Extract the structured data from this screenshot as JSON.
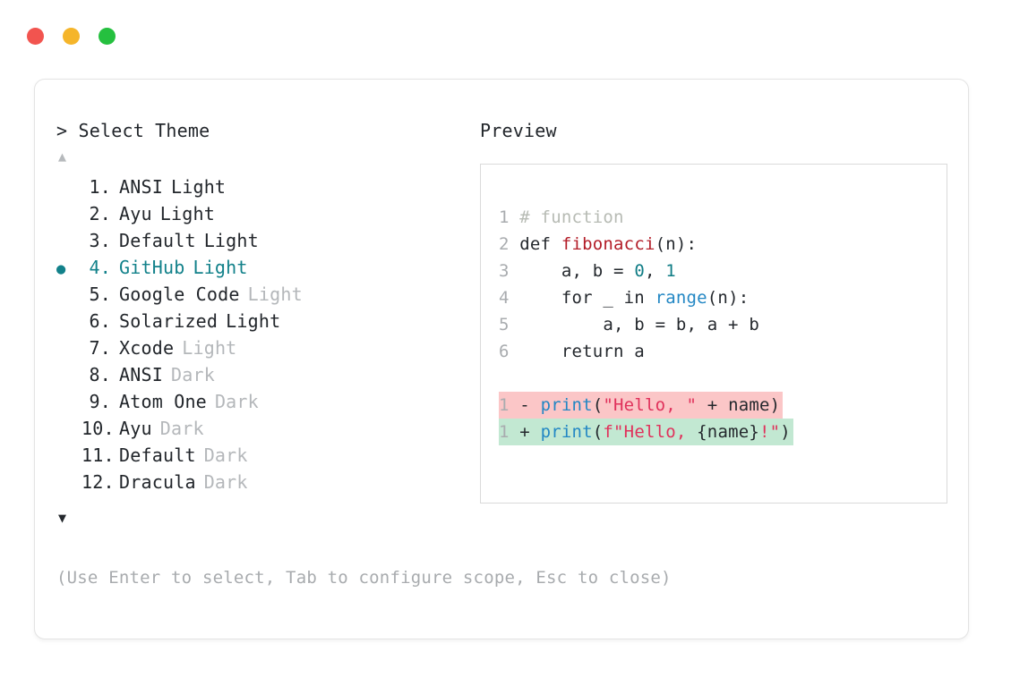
{
  "window": {
    "traffic_lights": [
      {
        "name": "close-button",
        "color": "#f2544f"
      },
      {
        "name": "minimize-button",
        "color": "#f5b52a"
      },
      {
        "name": "maximize-button",
        "color": "#25c03f"
      }
    ]
  },
  "selector": {
    "prompt_symbol": ">",
    "title": "Select Theme",
    "scroll_up_glyph": "▲",
    "scroll_down_glyph": "▼",
    "selected_bullet": "●",
    "selected_index": 4,
    "accent_color": "#12818a",
    "items": [
      {
        "index": "1.",
        "name": "ANSI",
        "suffix": "Light",
        "suffix_muted": false,
        "selected": false
      },
      {
        "index": "2.",
        "name": "Ayu",
        "suffix": "Light",
        "suffix_muted": false,
        "selected": false
      },
      {
        "index": "3.",
        "name": "Default",
        "suffix": "Light",
        "suffix_muted": false,
        "selected": false
      },
      {
        "index": "4.",
        "name": "GitHub",
        "suffix": "Light",
        "suffix_muted": false,
        "selected": true
      },
      {
        "index": "5.",
        "name": "Google Code",
        "suffix": "Light",
        "suffix_muted": true,
        "selected": false
      },
      {
        "index": "6.",
        "name": "Solarized",
        "suffix": "Light",
        "suffix_muted": false,
        "selected": false
      },
      {
        "index": "7.",
        "name": "Xcode",
        "suffix": "Light",
        "suffix_muted": true,
        "selected": false
      },
      {
        "index": "8.",
        "name": "ANSI",
        "suffix": "Dark",
        "suffix_muted": true,
        "selected": false
      },
      {
        "index": "9.",
        "name": "Atom One",
        "suffix": "Dark",
        "suffix_muted": true,
        "selected": false
      },
      {
        "index": "10.",
        "name": "Ayu",
        "suffix": "Dark",
        "suffix_muted": true,
        "selected": false
      },
      {
        "index": "11.",
        "name": "Default",
        "suffix": "Dark",
        "suffix_muted": true,
        "selected": false
      },
      {
        "index": "12.",
        "name": "Dracula",
        "suffix": "Dark",
        "suffix_muted": true,
        "selected": false
      }
    ],
    "hint": "(Use Enter to select, Tab to configure scope, Esc to close)"
  },
  "preview": {
    "title": "Preview",
    "code_lines": [
      {
        "number": "1",
        "tokens": [
          {
            "t": "# function",
            "c": "tok-comment"
          }
        ]
      },
      {
        "number": "2",
        "tokens": [
          {
            "t": "def ",
            "c": "tok-kw"
          },
          {
            "t": "fibonacci",
            "c": "tok-fnname"
          },
          {
            "t": "(n):",
            "c": "tok-plain"
          }
        ]
      },
      {
        "number": "3",
        "tokens": [
          {
            "t": "    a, b = ",
            "c": "tok-plain"
          },
          {
            "t": "0",
            "c": "tok-num"
          },
          {
            "t": ", ",
            "c": "tok-plain"
          },
          {
            "t": "1",
            "c": "tok-num"
          }
        ]
      },
      {
        "number": "4",
        "tokens": [
          {
            "t": "    for _ in ",
            "c": "tok-plain"
          },
          {
            "t": "range",
            "c": "tok-builtin"
          },
          {
            "t": "(n):",
            "c": "tok-plain"
          }
        ]
      },
      {
        "number": "5",
        "tokens": [
          {
            "t": "        a, b = b, a + b",
            "c": "tok-plain"
          }
        ]
      },
      {
        "number": "6",
        "tokens": [
          {
            "t": "    return a",
            "c": "tok-plain"
          }
        ]
      }
    ],
    "diff_lines": [
      {
        "number": "1",
        "marker": "-",
        "kind": "del",
        "tokens": [
          {
            "t": "print",
            "c": "tok-builtin"
          },
          {
            "t": "(",
            "c": "tok-plain"
          },
          {
            "t": "\"Hello, \"",
            "c": "tok-str"
          },
          {
            "t": " + name)",
            "c": "tok-plain"
          }
        ]
      },
      {
        "number": "1",
        "marker": "+",
        "kind": "add",
        "tokens": [
          {
            "t": "print",
            "c": "tok-builtin"
          },
          {
            "t": "(",
            "c": "tok-plain"
          },
          {
            "t": "f\"Hello, ",
            "c": "tok-str"
          },
          {
            "t": "{name}",
            "c": "tok-plain"
          },
          {
            "t": "!\"",
            "c": "tok-str"
          },
          {
            "t": ")",
            "c": "tok-plain"
          }
        ]
      }
    ]
  }
}
